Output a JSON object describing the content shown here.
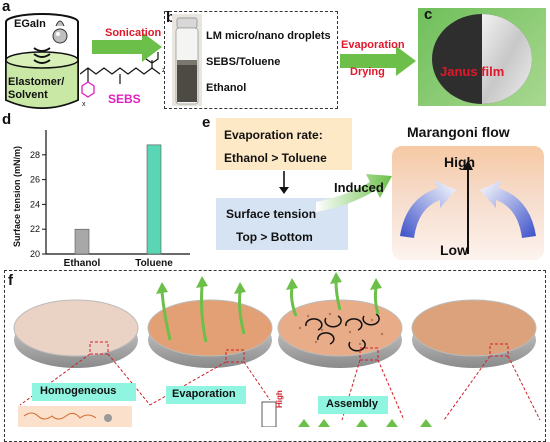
{
  "panel_labels": {
    "a": "a",
    "b": "b",
    "c": "c",
    "d": "d",
    "e": "e",
    "f": "f"
  },
  "panel_a": {
    "egain_label": "EGaIn",
    "elastomer_label": "Elastomer/ Solvent",
    "sebs_label": "SEBS",
    "arrow_label": "Sonication"
  },
  "panel_b": {
    "line1": "LM micro/nano droplets",
    "line2": "SEBS/Toluene",
    "line3": "Ethanol",
    "arrow_top": "Evaporation",
    "arrow_bottom": "Drying"
  },
  "panel_c": {
    "film_label": "Janus film"
  },
  "panel_e": {
    "box1_line1": "Evaporation rate:",
    "box1_line2": "Ethanol > Toluene",
    "box2_line1": "Surface tension",
    "box2_line2": "Top > Bottom",
    "induced": "Induced",
    "marangoni_title": "Marangoni flow",
    "high": "High",
    "low": "Low"
  },
  "panel_f": {
    "label1": "Homogeneous",
    "label2": "Evaporation",
    "label3": "Assembly",
    "high_small": "High"
  },
  "colors": {
    "green_arrow": "#6cc04a",
    "sonication_red": "#e0182b",
    "sebs_magenta": "#e020c0",
    "ethanol_bar": "#a8a8a8",
    "toluene_bar": "#5ad6b4",
    "box1_bg": "#fde9c6",
    "box2_bg": "#d6e3f3",
    "dish_pale": "#ead2c4",
    "dish_orange": "#e2a074",
    "label_cyan": "#8ff5e0"
  },
  "chart_data": {
    "type": "bar",
    "categories": [
      "Ethanol",
      "Toluene"
    ],
    "values": [
      22.0,
      28.8
    ],
    "ylabel": "Surface tension (mN/m)",
    "ylim": [
      20,
      30
    ],
    "yticks": [
      20,
      22,
      24,
      26,
      28
    ],
    "colors": [
      "#a8a8a8",
      "#5ad6b4"
    ]
  }
}
